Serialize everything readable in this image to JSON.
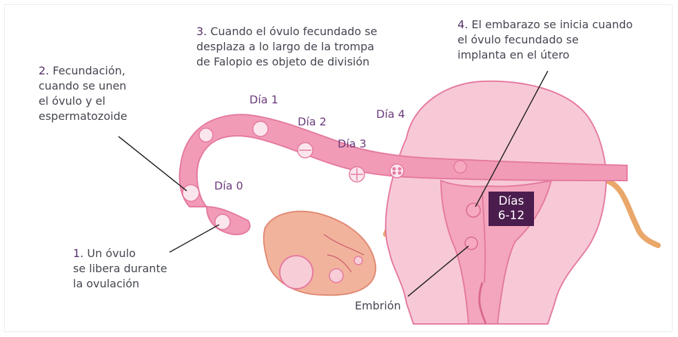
{
  "labels": {
    "step1": {
      "number": "1.",
      "text": "Un óvulo\nse libera durante\nla ovulación"
    },
    "step2": {
      "number": "2.",
      "text": "Fecundación,\ncuando se unen\nel óvulo y el\nespermatozoide"
    },
    "step3": {
      "number": "3.",
      "text": "Cuando el óvulo fecundado se\ndesplaza a lo largo de la trompa\nde Falopio es objeto de división"
    },
    "step4": {
      "number": "4.",
      "text": "El embarazo se inicia cuando\nel óvulo fecundado se\nimplanta en el útero"
    },
    "embryo": "Embrión"
  },
  "days": {
    "d0": "Día 0",
    "d1": "Día 1",
    "d2": "Día 2",
    "d3": "Día 3",
    "d4": "Día 4"
  },
  "badge": "Días\n6-12",
  "colors": {
    "tissue": "#f7c9d6",
    "tube": "#f19bb6",
    "outline": "#e57aa0",
    "ovary": "#f2b39c",
    "badge": "#4b1c4e",
    "text": "#444650",
    "accent": "#6b3a7c"
  }
}
